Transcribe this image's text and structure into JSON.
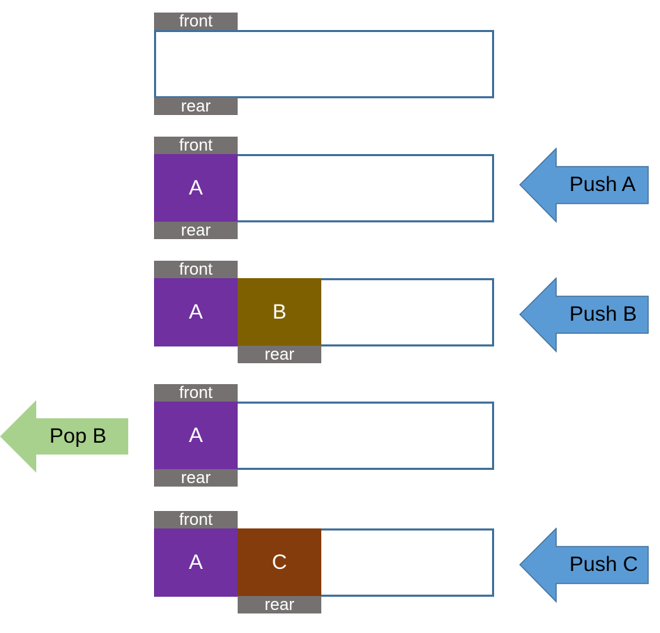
{
  "labels": {
    "front": "front",
    "rear": "rear"
  },
  "colors": {
    "container_border": "#41719C",
    "pointer_bg": "#767171",
    "A": "#7030A0",
    "B": "#7F6000",
    "C": "#843C0C",
    "push_arrow": "#5B9BD5",
    "pop_arrow": "#A9D18E"
  },
  "states": [
    {
      "items": [],
      "front": "front",
      "rear": "rear"
    },
    {
      "items": [
        "A"
      ],
      "front": "front",
      "rear": "rear",
      "action": {
        "type": "push",
        "label": "Push A"
      }
    },
    {
      "items": [
        "A",
        "B"
      ],
      "front": "front",
      "rear": "rear",
      "action": {
        "type": "push",
        "label": "Push B"
      }
    },
    {
      "items": [
        "A"
      ],
      "front": "front",
      "rear": "rear",
      "action": {
        "type": "pop",
        "label": "Pop B"
      }
    },
    {
      "items": [
        "A",
        "C"
      ],
      "front": "front",
      "rear": "rear",
      "action": {
        "type": "push",
        "label": "Push C"
      }
    }
  ]
}
